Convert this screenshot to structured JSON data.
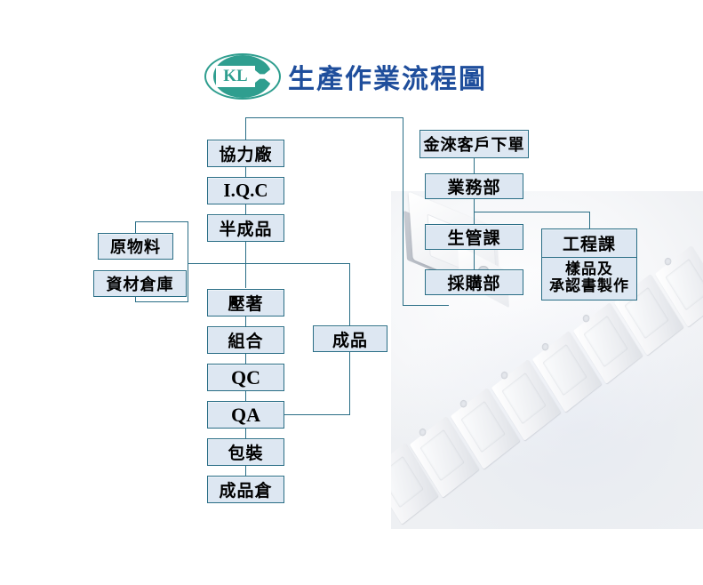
{
  "header": {
    "title": "生產作業流程圖",
    "logo_text": "KL",
    "logo_icon": "kl-oval-connector-logo",
    "accent_color": "#1f4e9c",
    "logo_color": "#2f9e8f"
  },
  "chart": {
    "box_fill": "#dde7f2",
    "box_border": "#2a6e86",
    "connector_color": "#2a6e86"
  },
  "nodes": {
    "supplier": "協力廠",
    "iqc": "I.Q.C",
    "semi_finished": "半成品",
    "raw_material": "原物料",
    "material_warehouse": "資材倉庫",
    "crimping": "壓著",
    "assembly": "組合",
    "qc": "QC",
    "qa": "QA",
    "packing": "包裝",
    "finished_warehouse": "成品倉",
    "finished_goods": "成品",
    "customer_order": "金淶客戶下單",
    "sales_dept": "業務部",
    "production_control": "生管課",
    "purchasing_dept": "採購部",
    "engineering_dept": "工程課",
    "sample_approval": [
      "樣品及",
      "承認書製作"
    ]
  }
}
